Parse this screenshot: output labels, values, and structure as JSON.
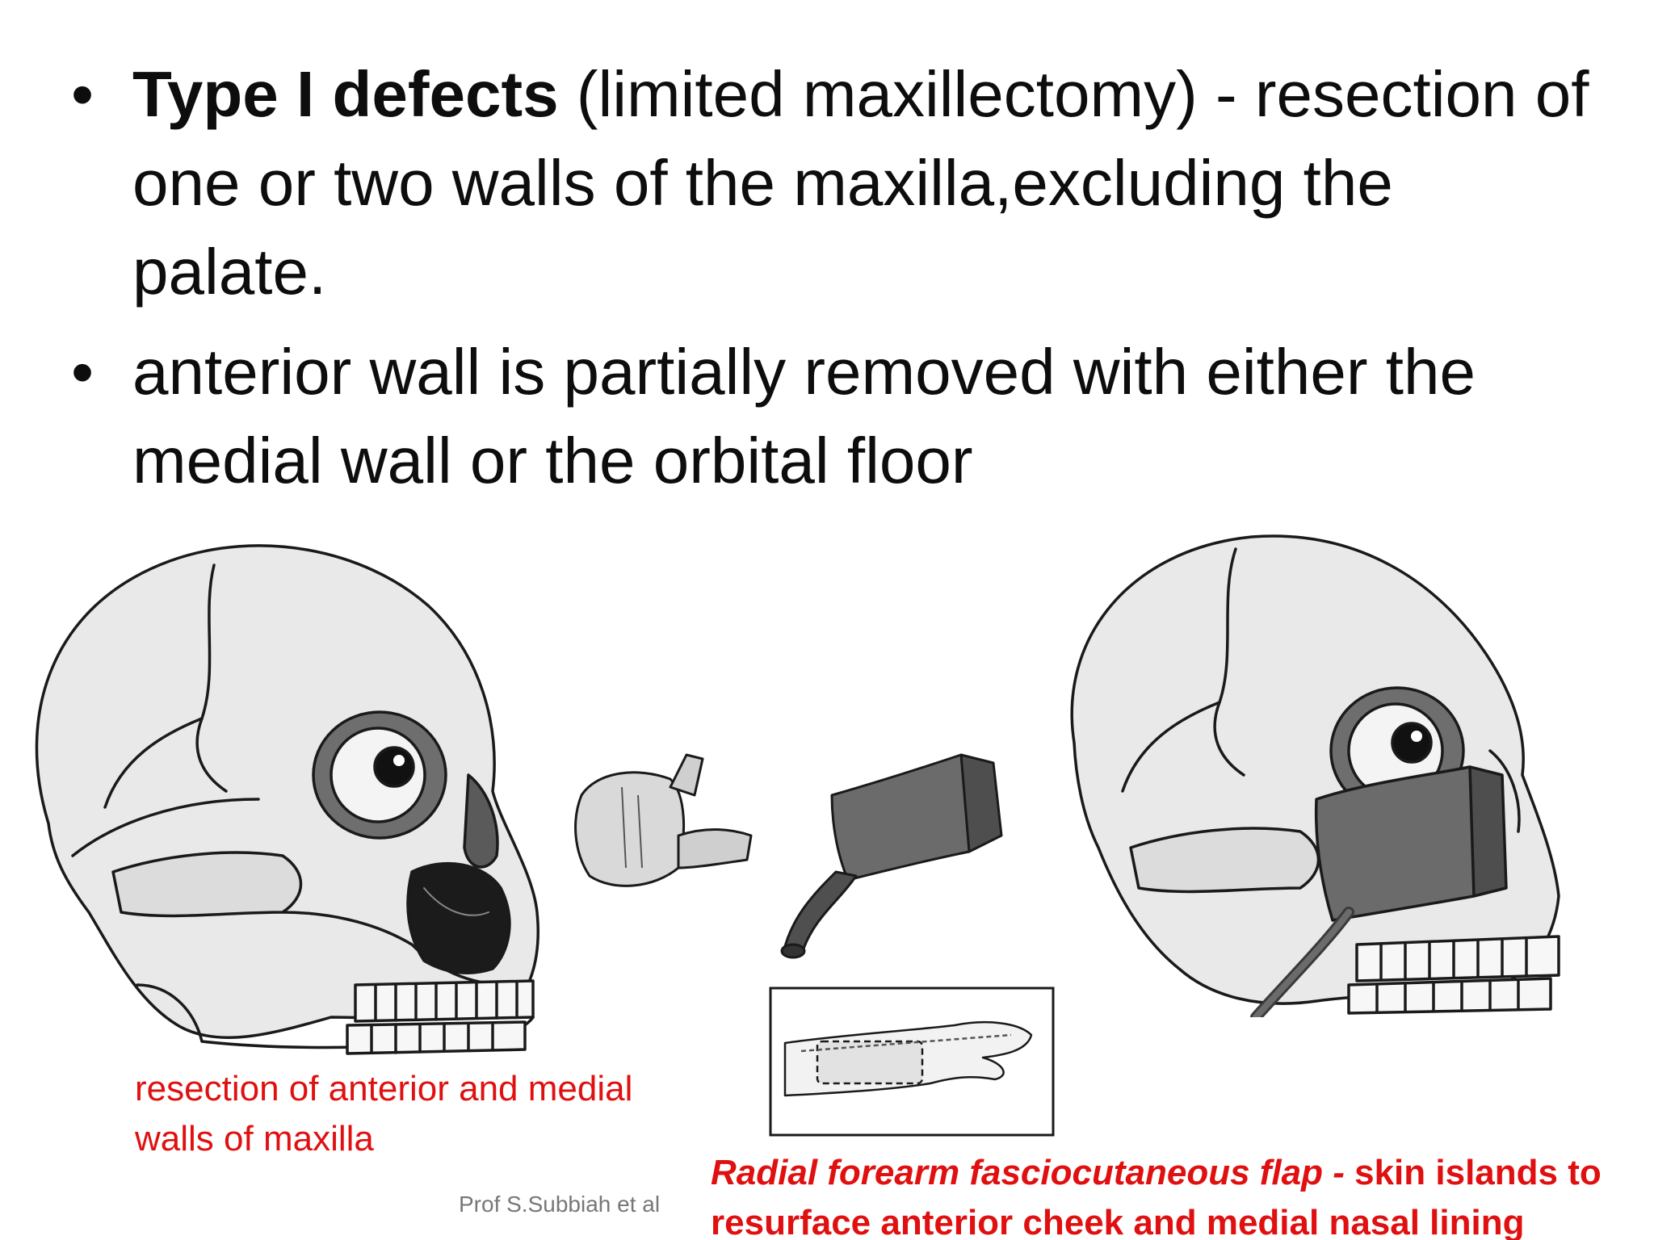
{
  "bullets": [
    {
      "bold_text": "Type I defects",
      "text": " (limited maxillectomy) - resection of one or two walls of the maxilla,excluding the palate."
    },
    {
      "bold_text": "",
      "text": " anterior wall is partially removed with either the medial wall or the orbital floor"
    }
  ],
  "bullet_symbol": "•",
  "captions": {
    "left": "resection of anterior and medial walls of maxilla",
    "right_italic": "Radial forearm fasciocutaneous flap -",
    "right_rest": " skin islands to resurface anterior cheek and medial nasal lining"
  },
  "credit": "Prof S.Subbiah et al",
  "colors": {
    "caption_red": "#e01010",
    "text": "#0d0d0d",
    "bone": "#e9e9e9",
    "outline": "#1a1a1a",
    "flap": "#6b6b6b"
  },
  "illustrations": {
    "left_skull": "skull-with-maxillectomy-defect",
    "bone_piece": "resected-maxilla-segment",
    "flap": "radial-forearm-flap-with-pedicle",
    "forearm": "forearm-donor-site-inset",
    "right_skull": "skull-with-flap-reconstruction"
  }
}
